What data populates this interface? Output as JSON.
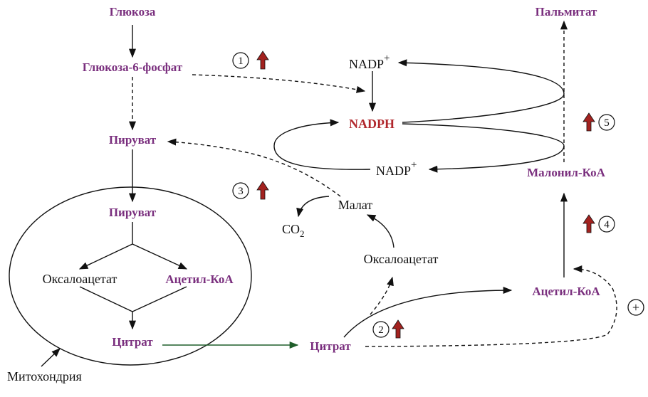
{
  "metabolites": {
    "glucose": "Глюкоза",
    "g6p": "Глюкоза-6-фосфат",
    "pyruvate_cyto": "Пируват",
    "pyruvate_mito": "Пируват",
    "oxaloacetate_mito": "Оксалоацетат",
    "acetyl_coa_mito": "Ацетил-КоА",
    "citrate_mito": "Цитрат",
    "citrate_cyto": "Цитрат",
    "oxaloacetate_cyto": "Оксалоацетат",
    "malate": "Малат",
    "co2": "CO",
    "co2_sub": "2",
    "acetyl_coa_cyto": "Ацетил-КоА",
    "malonyl_coa": "Малонил-КоА",
    "palmitate": "Пальмитат",
    "nadph": "NADPH",
    "nadp_top": "NADP",
    "nadp_top_sup": "+",
    "nadp_bottom": "NADP",
    "nadp_bottom_sup": "+"
  },
  "labels": {
    "mitochondria": "Митохондрия",
    "activation_sign": "+"
  },
  "steps": [
    {
      "number": "1"
    },
    {
      "number": "2"
    },
    {
      "number": "3"
    },
    {
      "number": "4"
    },
    {
      "number": "5"
    }
  ],
  "colors": {
    "metabolite": "#7a2f7e",
    "nadph": "#b1282d",
    "up_arrow": "#a3221f",
    "membrane_arrow": "#1f5e2a"
  }
}
